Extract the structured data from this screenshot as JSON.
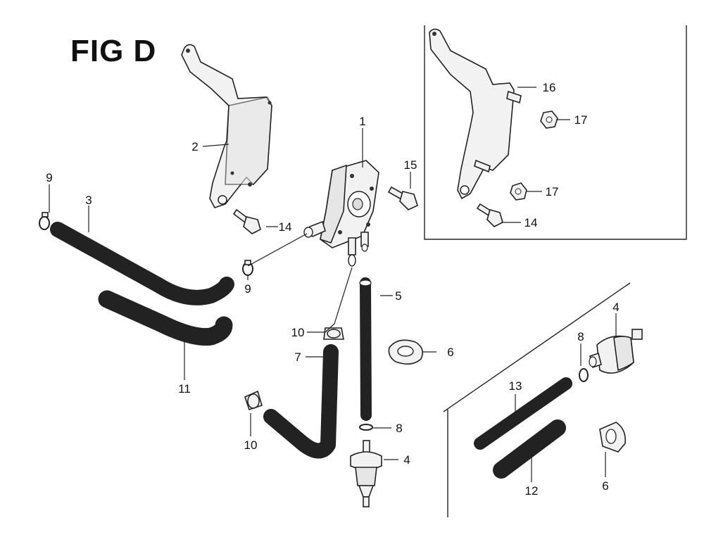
{
  "figure": {
    "title": "FIG D"
  },
  "callouts": {
    "c1": "1",
    "c2": "2",
    "c3": "3",
    "c4a": "4",
    "c4b": "4",
    "c5": "5",
    "c6a": "6",
    "c6b": "6",
    "c7": "7",
    "c8a": "8",
    "c8b": "8",
    "c9a": "9",
    "c9b": "9",
    "c10a": "10",
    "c10b": "10",
    "c11": "11",
    "c12": "12",
    "c13": "13",
    "c14a": "14",
    "c14b": "14",
    "c15": "15",
    "c16": "16",
    "c17a": "17",
    "c17b": "17"
  }
}
